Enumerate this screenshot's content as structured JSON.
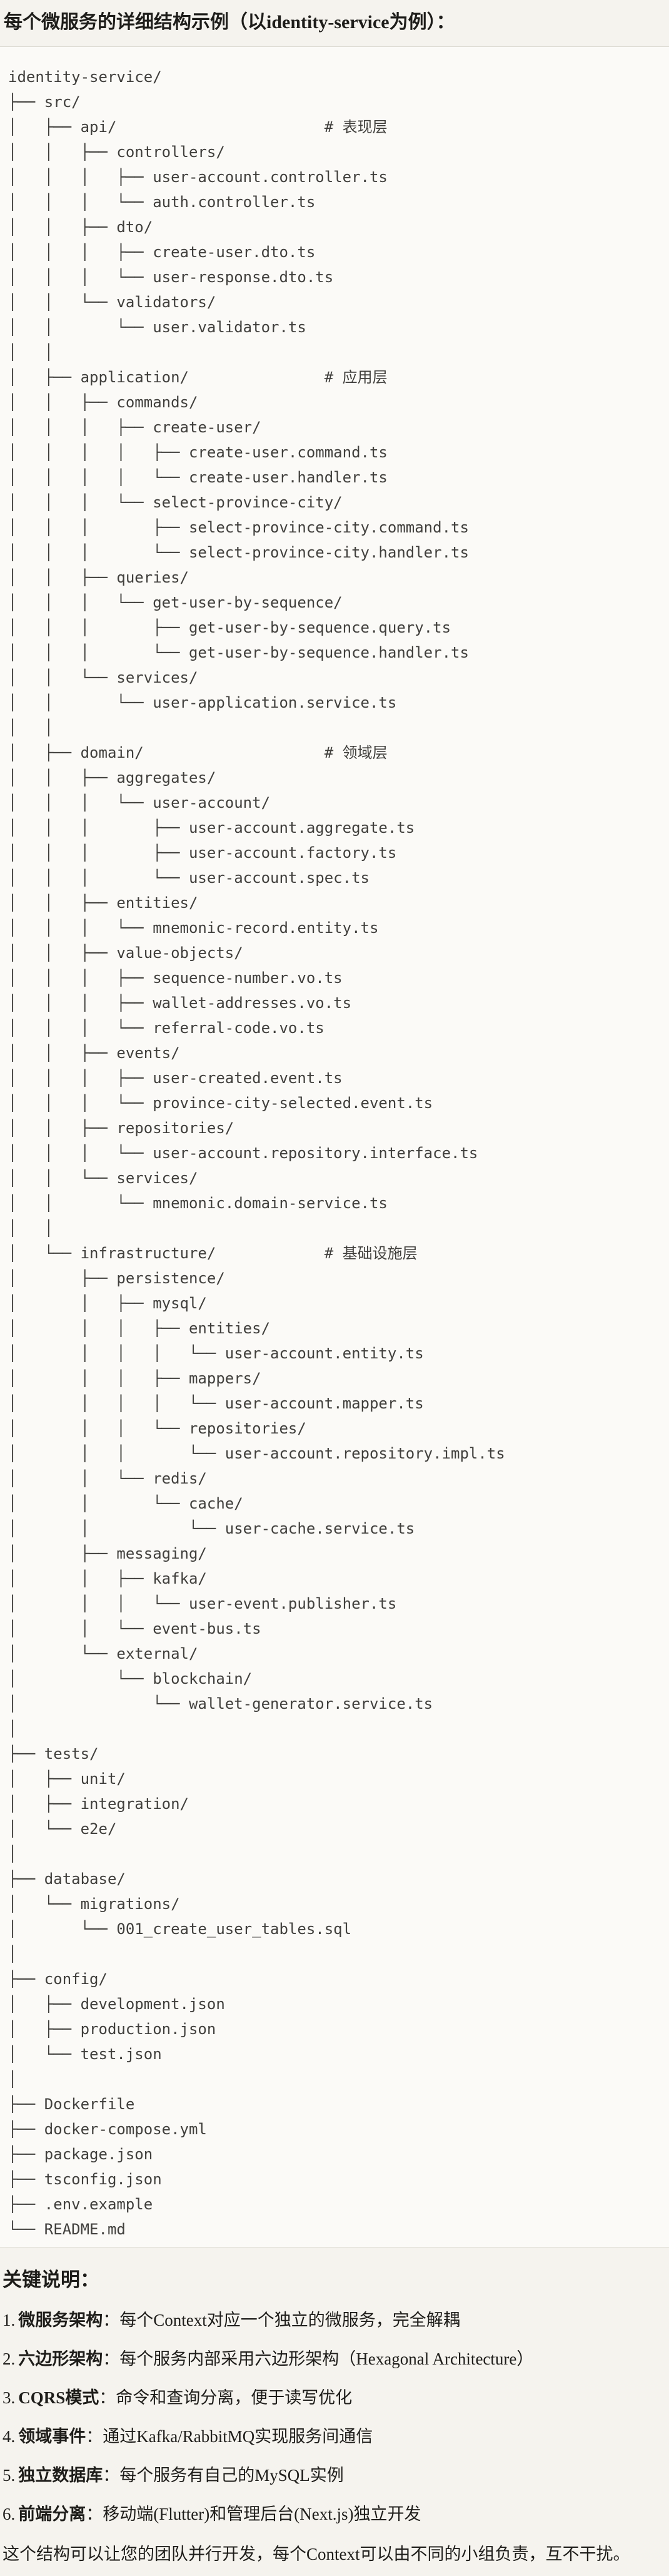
{
  "page": {
    "title": "每个微服务的详细结构示例（以identity-service为例）："
  },
  "tree": {
    "lines": [
      "identity-service/",
      "├── src/",
      "│   ├── api/                       # 表现层",
      "│   │   ├── controllers/",
      "│   │   │   ├── user-account.controller.ts",
      "│   │   │   └── auth.controller.ts",
      "│   │   ├── dto/",
      "│   │   │   ├── create-user.dto.ts",
      "│   │   │   └── user-response.dto.ts",
      "│   │   └── validators/",
      "│   │       └── user.validator.ts",
      "│   │",
      "│   ├── application/               # 应用层",
      "│   │   ├── commands/",
      "│   │   │   ├── create-user/",
      "│   │   │   │   ├── create-user.command.ts",
      "│   │   │   │   └── create-user.handler.ts",
      "│   │   │   └── select-province-city/",
      "│   │   │       ├── select-province-city.command.ts",
      "│   │   │       └── select-province-city.handler.ts",
      "│   │   ├── queries/",
      "│   │   │   └── get-user-by-sequence/",
      "│   │   │       ├── get-user-by-sequence.query.ts",
      "│   │   │       └── get-user-by-sequence.handler.ts",
      "│   │   └── services/",
      "│   │       └── user-application.service.ts",
      "│   │",
      "│   ├── domain/                    # 领域层",
      "│   │   ├── aggregates/",
      "│   │   │   └── user-account/",
      "│   │   │       ├── user-account.aggregate.ts",
      "│   │   │       ├── user-account.factory.ts",
      "│   │   │       └── user-account.spec.ts",
      "│   │   ├── entities/",
      "│   │   │   └── mnemonic-record.entity.ts",
      "│   │   ├── value-objects/",
      "│   │   │   ├── sequence-number.vo.ts",
      "│   │   │   ├── wallet-addresses.vo.ts",
      "│   │   │   └── referral-code.vo.ts",
      "│   │   ├── events/",
      "│   │   │   ├── user-created.event.ts",
      "│   │   │   └── province-city-selected.event.ts",
      "│   │   ├── repositories/",
      "│   │   │   └── user-account.repository.interface.ts",
      "│   │   └── services/",
      "│   │       └── mnemonic.domain-service.ts",
      "│   │",
      "│   └── infrastructure/            # 基础设施层",
      "│       ├── persistence/",
      "│       │   ├── mysql/",
      "│       │   │   ├── entities/",
      "│       │   │   │   └── user-account.entity.ts",
      "│       │   │   ├── mappers/",
      "│       │   │   │   └── user-account.mapper.ts",
      "│       │   │   └── repositories/",
      "│       │   │       └── user-account.repository.impl.ts",
      "│       │   └── redis/",
      "│       │       └── cache/",
      "│       │           └── user-cache.service.ts",
      "│       ├── messaging/",
      "│       │   ├── kafka/",
      "│       │   │   └── user-event.publisher.ts",
      "│       │   └── event-bus.ts",
      "│       └── external/",
      "│           └── blockchain/",
      "│               └── wallet-generator.service.ts",
      "│",
      "├── tests/",
      "│   ├── unit/",
      "│   ├── integration/",
      "│   └── e2e/",
      "│",
      "├── database/",
      "│   └── migrations/",
      "│       └── 001_create_user_tables.sql",
      "│",
      "├── config/",
      "│   ├── development.json",
      "│   ├── production.json",
      "│   └── test.json",
      "│",
      "├── Dockerfile",
      "├── docker-compose.yml",
      "├── package.json",
      "├── tsconfig.json",
      "├── .env.example",
      "└── README.md"
    ]
  },
  "notes": {
    "heading": "关键说明：",
    "items": [
      {
        "num": "1.",
        "term": "微服务架构",
        "rest": "：每个Context对应一个独立的微服务，完全解耦"
      },
      {
        "num": "2.",
        "term": "六边形架构",
        "rest": "：每个服务内部采用六边形架构（Hexagonal Architecture）"
      },
      {
        "num": "3.",
        "term": "CQRS模式",
        "rest": "：命令和查询分离，便于读写优化"
      },
      {
        "num": "4.",
        "term": "领域事件",
        "rest": "：通过Kafka/RabbitMQ实现服务间通信"
      },
      {
        "num": "5.",
        "term": "独立数据库",
        "rest": "：每个服务有自己的MySQL实例"
      },
      {
        "num": "6.",
        "term": "前端分离",
        "rest": "：移动端(Flutter)和管理后台(Next.js)独立开发"
      }
    ],
    "footer": "这个结构可以让您的团队并行开发，每个Context可以由不同的小组负责，互不干扰。"
  },
  "colors": {
    "page_bg": "#f5f3ee",
    "code_bg": "#fbfaf7",
    "border": "#dddbd3",
    "text": "#1e1d1a",
    "code_text": "#403f3c"
  }
}
